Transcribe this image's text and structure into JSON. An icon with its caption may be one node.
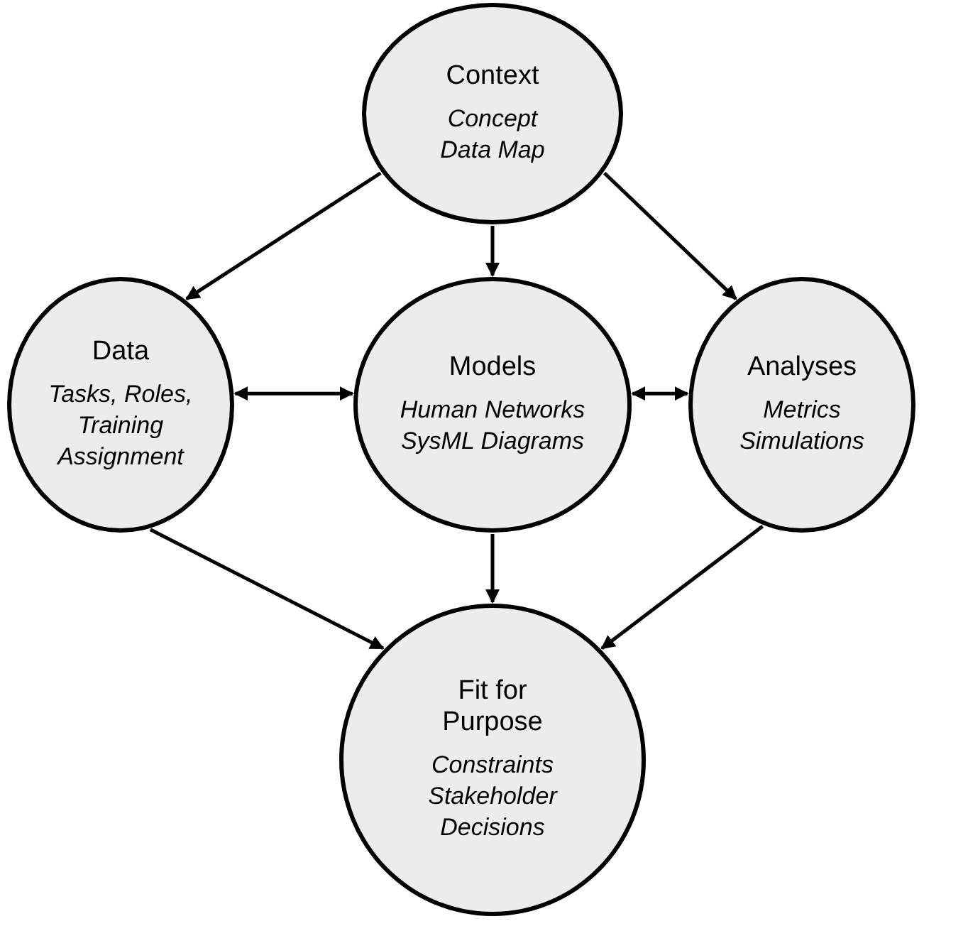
{
  "diagram": {
    "nodes": [
      {
        "text": [
          "Context",
          "Concept Data Map"
        ]
      },
      {
        "text": [
          "Data",
          "Tasks, Roles, Training Assignment"
        ]
      },
      {
        "text": [
          "Models",
          "Human Networks SysML Diagrams"
        ]
      },
      {
        "text": [
          "Analyses",
          "Metrics Simulations"
        ]
      },
      {
        "text": [
          "Fit for Purpose",
          "Constraints Stakeholder Decisions"
        ]
      }
    ],
    "edges": [
      {
        "from": 0,
        "to": 1,
        "arrow": "to"
      },
      {
        "from": 0,
        "to": 2,
        "arrow": "to"
      },
      {
        "from": 0,
        "to": 3,
        "arrow": "to"
      },
      {
        "from": 1,
        "to": 2,
        "arrow": "both"
      },
      {
        "from": 2,
        "to": 3,
        "arrow": "both"
      },
      {
        "from": 1,
        "to": 4,
        "arrow": "to"
      },
      {
        "from": 2,
        "to": 4,
        "arrow": "to"
      },
      {
        "from": 3,
        "to": 4,
        "arrow": "to"
      }
    ]
  }
}
